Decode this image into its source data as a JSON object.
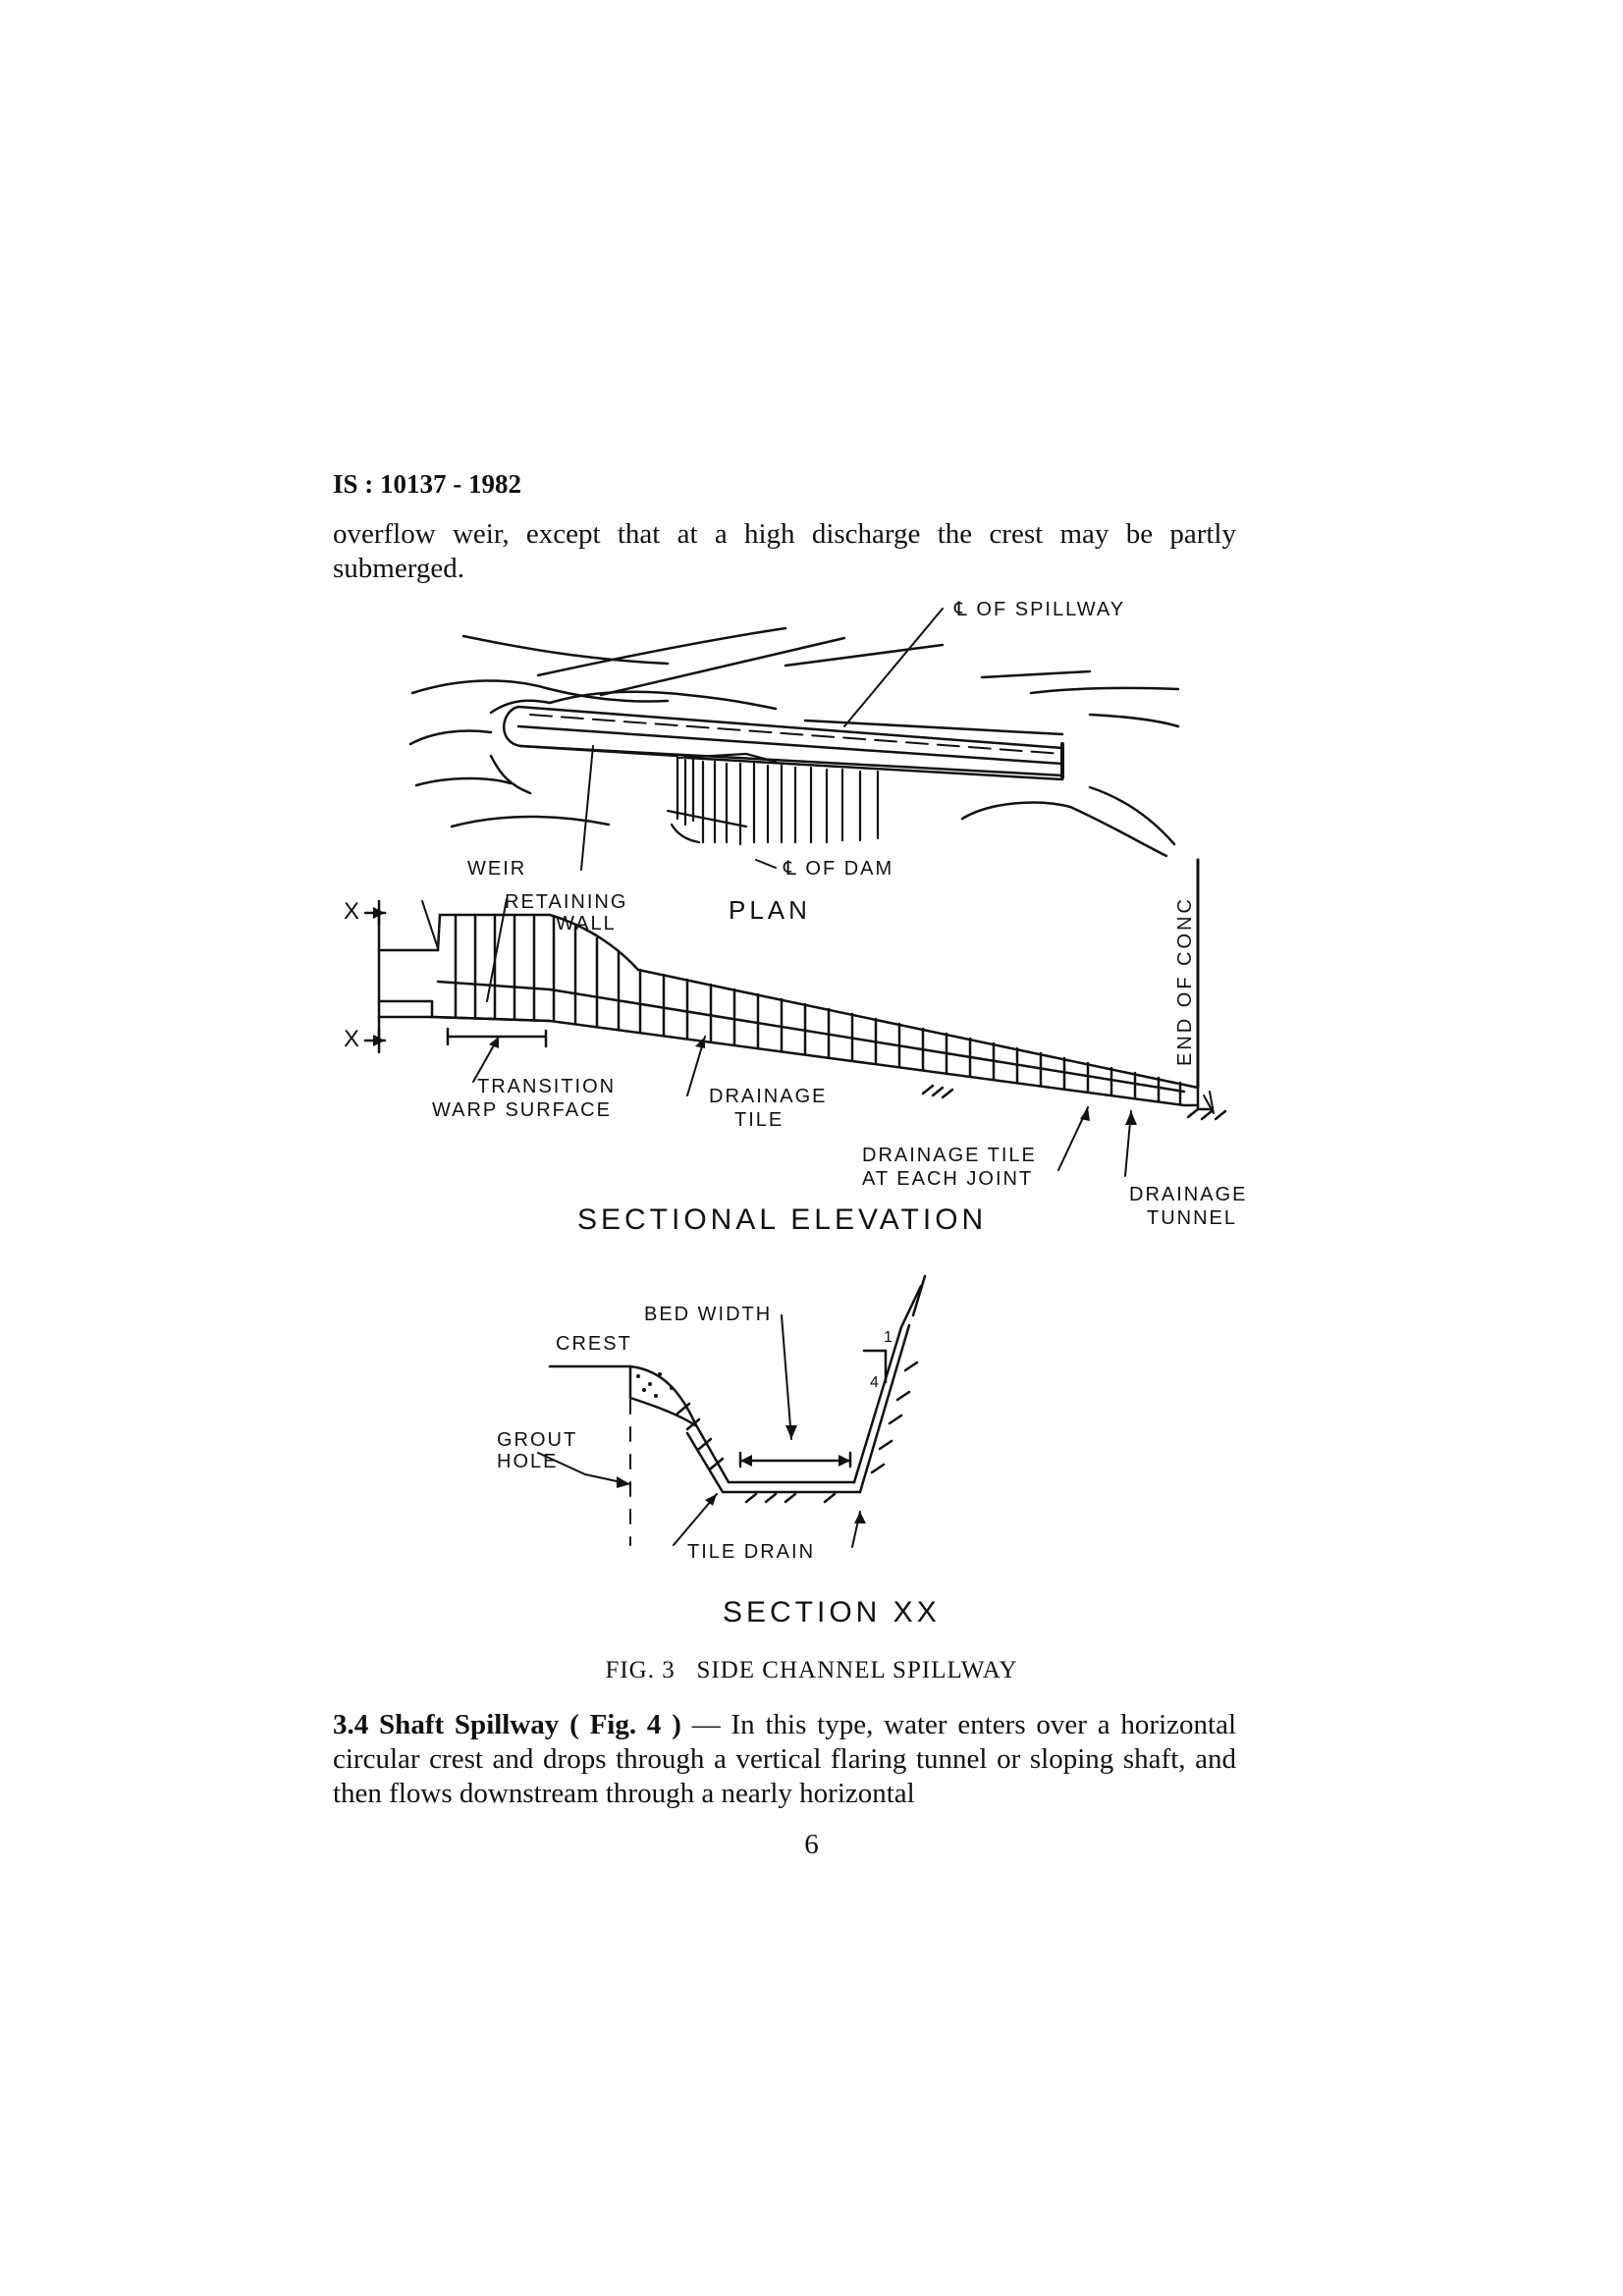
{
  "header": {
    "standard_number": "IS : 10137 - 1982"
  },
  "paragraph_top": "overflow weir, except that at a high discharge the crest may be partly submerged.",
  "figure": {
    "plan": {
      "title": "PLAN",
      "label_cl_spillway": "℄ OF SPILLWAY",
      "label_cl_dam": "℄ OF DAM",
      "label_weir": "WEIR"
    },
    "elevation": {
      "title": "SECTIONAL ELEVATION",
      "label_x_top": "X",
      "label_x_bottom": "X",
      "label_retaining_wall_1": "RETAINING",
      "label_retaining_wall_2": "WALL",
      "label_transition_1": "TRANSITION",
      "label_transition_2": "WARP SURFACE",
      "label_drainage_tile_1": "DRAINAGE",
      "label_drainage_tile_2": "TILE",
      "label_drainage_joint_1": "DRAINAGE TILE",
      "label_drainage_joint_2": "AT EACH JOINT",
      "label_drainage_tunnel_1": "DRAINAGE",
      "label_drainage_tunnel_2": "TUNNEL",
      "label_end_of_conc": "END OF CONC"
    },
    "section": {
      "title": "SECTION XX",
      "label_bed_width": "BED WIDTH",
      "label_crest": "CREST",
      "label_grout_1": "GROUT",
      "label_grout_2": "HOLE",
      "label_slope_1": "1",
      "label_slope_4": "4",
      "label_tile_drain": "TILE DRAIN"
    },
    "caption_number": "FIG. 3",
    "caption_title": "SIDE CHANNEL SPILLWAY"
  },
  "section_3_4": {
    "heading": "3.4 Shaft Spillway",
    "fig_ref": "( Fig. 4 )",
    "body": " — In this type, water enters over a horizontal circular crest and drops through a vertical flaring tunnel or sloping shaft, and then flows downstream through a nearly horizontal"
  },
  "page_number": "6"
}
